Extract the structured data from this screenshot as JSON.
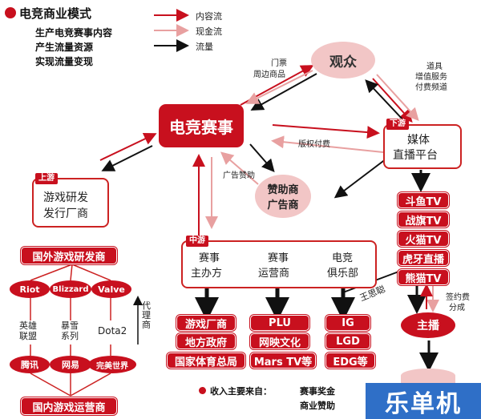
{
  "legend": {
    "title": "电竞商业模式",
    "lines": [
      "生产电竞赛事内容",
      "产生流量资源",
      "实现流量变现"
    ],
    "content_flow": "内容流",
    "cash_flow": "现金流",
    "traffic": "流量"
  },
  "nodes": {
    "audience": "观众",
    "esports": "电竞赛事",
    "media_tag": "下游",
    "media_line1": "媒体",
    "media_line2": "直播平台",
    "upstream_tag": "上游",
    "gamedev_line1": "游戏研发",
    "gamedev_line2": "发行厂商",
    "sponsor_line1": "赞助商",
    "sponsor_line2": "广告商",
    "midstream_tag": "中游",
    "mid_col1": [
      "赛事",
      "主办方"
    ],
    "mid_col2": [
      "赛事",
      "运营商"
    ],
    "mid_col3": [
      "电竞",
      "俱乐部"
    ]
  },
  "edge_labels": {
    "tickets": "门票",
    "merch": "周边商品",
    "props": [
      "道具",
      "增值服务",
      "付费频道"
    ],
    "broadcast_fee": "版权付费",
    "ad_sponsor": "广告赞助",
    "wang_sicong": "王思聪",
    "signing_fee": [
      "签约费",
      "分成"
    ],
    "agent": "代理商"
  },
  "platforms": [
    "斗鱼TV",
    "战旗TV",
    "火猫TV",
    "虎牙直播",
    "熊猫TV"
  ],
  "streamer": "主播",
  "organizers": [
    "游戏厂商",
    "地方政府",
    "国家体育总局"
  ],
  "operators": [
    "PLU",
    "网映文化",
    "Mars TV等"
  ],
  "clubs": [
    "IG",
    "LGD",
    "EDG等"
  ],
  "foreign": {
    "title": "国外游戏研发商",
    "companies": [
      "Riot",
      "Blizzard",
      "Valve"
    ],
    "games": [
      "英雄联盟",
      "暴雪系列",
      "Dota2"
    ]
  },
  "domestic": {
    "companies": [
      "腾讯",
      "网易",
      "完美世界"
    ],
    "title": "国内游戏运营商"
  },
  "income": {
    "label": "收入主要来自：",
    "line1": "赛事奖金",
    "line2": "商业赞助"
  },
  "watermark_brand": "乐单机",
  "colors": {
    "accent_red": "#c8101e",
    "pink": "#f7dcdc",
    "brand_blue": "#2f6fc7"
  }
}
